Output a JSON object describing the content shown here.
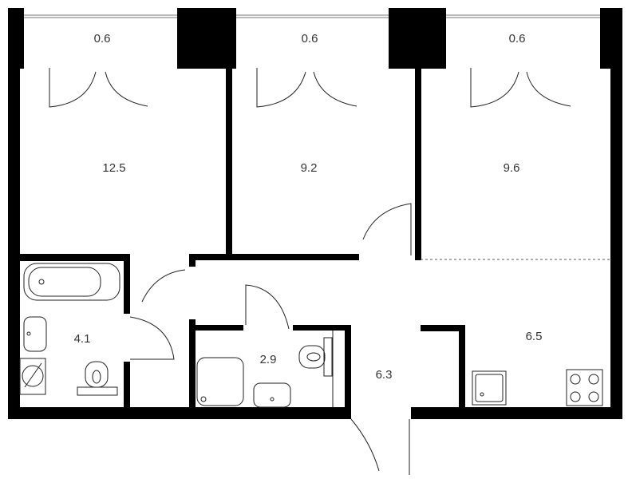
{
  "plan": {
    "balconies": [
      {
        "area": "0.6"
      },
      {
        "area": "0.6"
      },
      {
        "area": "0.6"
      }
    ],
    "rooms": {
      "room1": {
        "area": "12.5"
      },
      "room2": {
        "area": "9.2"
      },
      "room3": {
        "area": "9.6"
      },
      "bathroom": {
        "area": "4.1"
      },
      "wc": {
        "area": "2.9"
      },
      "hallway": {
        "area": "6.3"
      },
      "kitchen": {
        "area": "6.5"
      }
    },
    "colors": {
      "wall": "#000000",
      "background": "#ffffff"
    }
  }
}
